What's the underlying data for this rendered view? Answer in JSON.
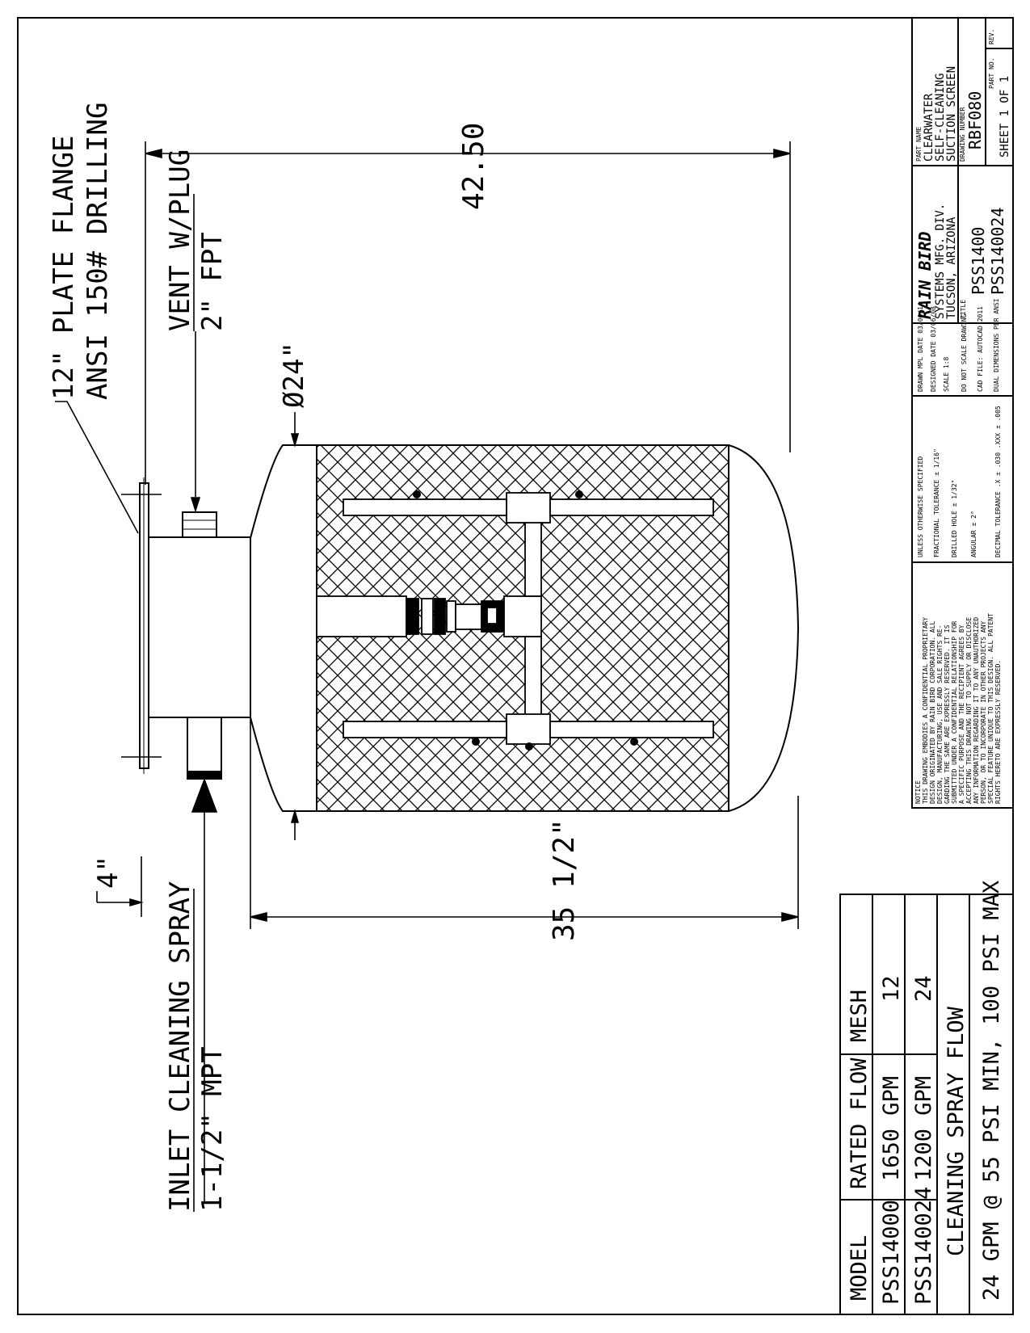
{
  "labels": {
    "flange_line1": "12\" PLATE FLANGE",
    "flange_line2": "ANSI 150# DRILLING",
    "vent_line1": "VENT W/PLUG",
    "vent_line2": "2\" FPT",
    "diameter": "Ø24\"",
    "inlet_line1": "INLET CLEANING SPRAY",
    "inlet_line2": "1-1/2\" MPT",
    "dim_4": "4\"",
    "dim_height": "42.50",
    "dim_length": "35 1/2\""
  },
  "spec_table": {
    "headers": [
      "MODEL",
      "RATED FLOW",
      "MESH"
    ],
    "rows": [
      [
        "PSS14000",
        "1650 GPM",
        "12"
      ],
      [
        "PSS140024",
        "1200 GPM",
        "24"
      ]
    ],
    "spray_title": "CLEANING SPRAY FLOW",
    "spray_value": "24 GPM @ 55 PSI MIN, 100 PSI MAX"
  },
  "title_block": {
    "notice_head": "NOTICE",
    "notice_lines": [
      "THIS DRAWING EMBODIES A CONFIDENTIAL PROPRIETARY",
      "DESIGN ORIGINATED BY RAIN BIRD CORPORATION. ALL",
      "DESIGN, MANUFACTURING, USE AND SALE RIGHTS RE-",
      "GARDING THE SAME ARE EXPRESSLY RESERVED. IT IS",
      "SUBMITTED UNDER A CONFIDENTIAL RELATIONSHIP FOR",
      "A SPECIFIC PURPOSE AND THE RECIPIENT AGREES BY",
      "ACCEPTING THIS DRAWING NOT TO SUPPLY OR DISCLOSE",
      "ANY INFORMATION REGARDING IT TO ANY UNAUTHORIZED",
      "PERSON, OR TO INCORPORATE IN OTHER PROJECTS ANY",
      "SPECIAL FEATURE UNIQUE TO THIS DESIGN. ALL PATENT",
      "RIGHTS HERETO ARE EXPRESSLY RESERVED."
    ],
    "tolerance_lines": [
      "UNLESS OTHERWISE SPECIFIED",
      "FRACTIONAL TOLERANCE ± 1/16\"",
      "DRILLED HOLE ± 1/32\"",
      "ANGULAR ± 2°",
      "DECIMAL TOLERANCE .X ± .030  .XXX ± .005"
    ],
    "drawn_lines": [
      "DRAWN  MPL   DATE 03/06/14",
      "DESIGNED     DATE 03/06/08",
      "SCALE 1:8",
      "DO NOT SCALE DRAWING",
      "CAD FILE: AUTOCAD 2011",
      "DUAL DIMENSIONS  PER ANSI"
    ],
    "logo_text": "RAIN BIRD",
    "company_line1": "SYSTEMS MFG. DIV.",
    "company_line2": "TUCSON, ARIZONA",
    "title_label": "TITLE",
    "title_value1": "PSS1400",
    "title_value2": "PSS140024",
    "name_label": "PART NAME",
    "name_value1": "CLEARWATER",
    "name_value2": "SELF-CLEANING",
    "name_value3": "SUCTION SCREEN",
    "drawing_no_label": "DRAWING NUMBER",
    "drawing_no": "RBF080",
    "part_no_label": "PART NO.",
    "rev_label": "REV.",
    "sheet": "SHEET 1 OF 1"
  },
  "colors": {
    "ink": "#000000",
    "paper": "#ffffff"
  }
}
